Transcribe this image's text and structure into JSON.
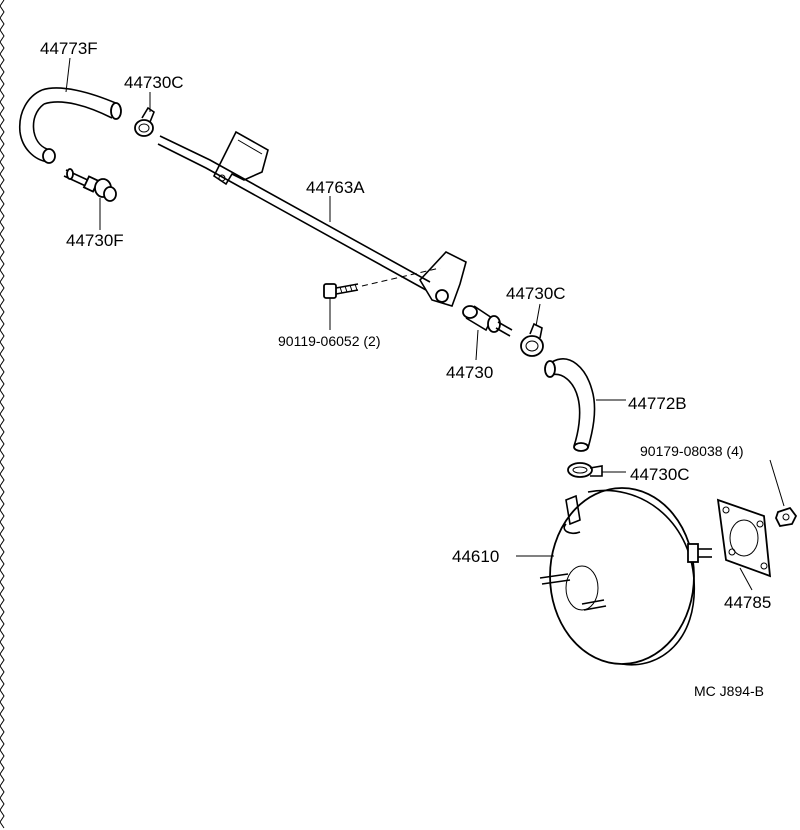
{
  "diagram": {
    "labels": {
      "p44773F": "44773F",
      "p44730C_top": "44730C",
      "p44730F": "44730F",
      "p44763A": "44763A",
      "p90119": "90119-06052 (2)",
      "p44730C_mid": "44730C",
      "p44730": "44730",
      "p44772B": "44772B",
      "p90179": "90179-08038 (4)",
      "p44730C_low": "44730C",
      "p44610": "44610",
      "p44785": "44785",
      "code": "MC  J894-B"
    }
  },
  "colors": {
    "line": "#000000",
    "background": "#ffffff"
  }
}
